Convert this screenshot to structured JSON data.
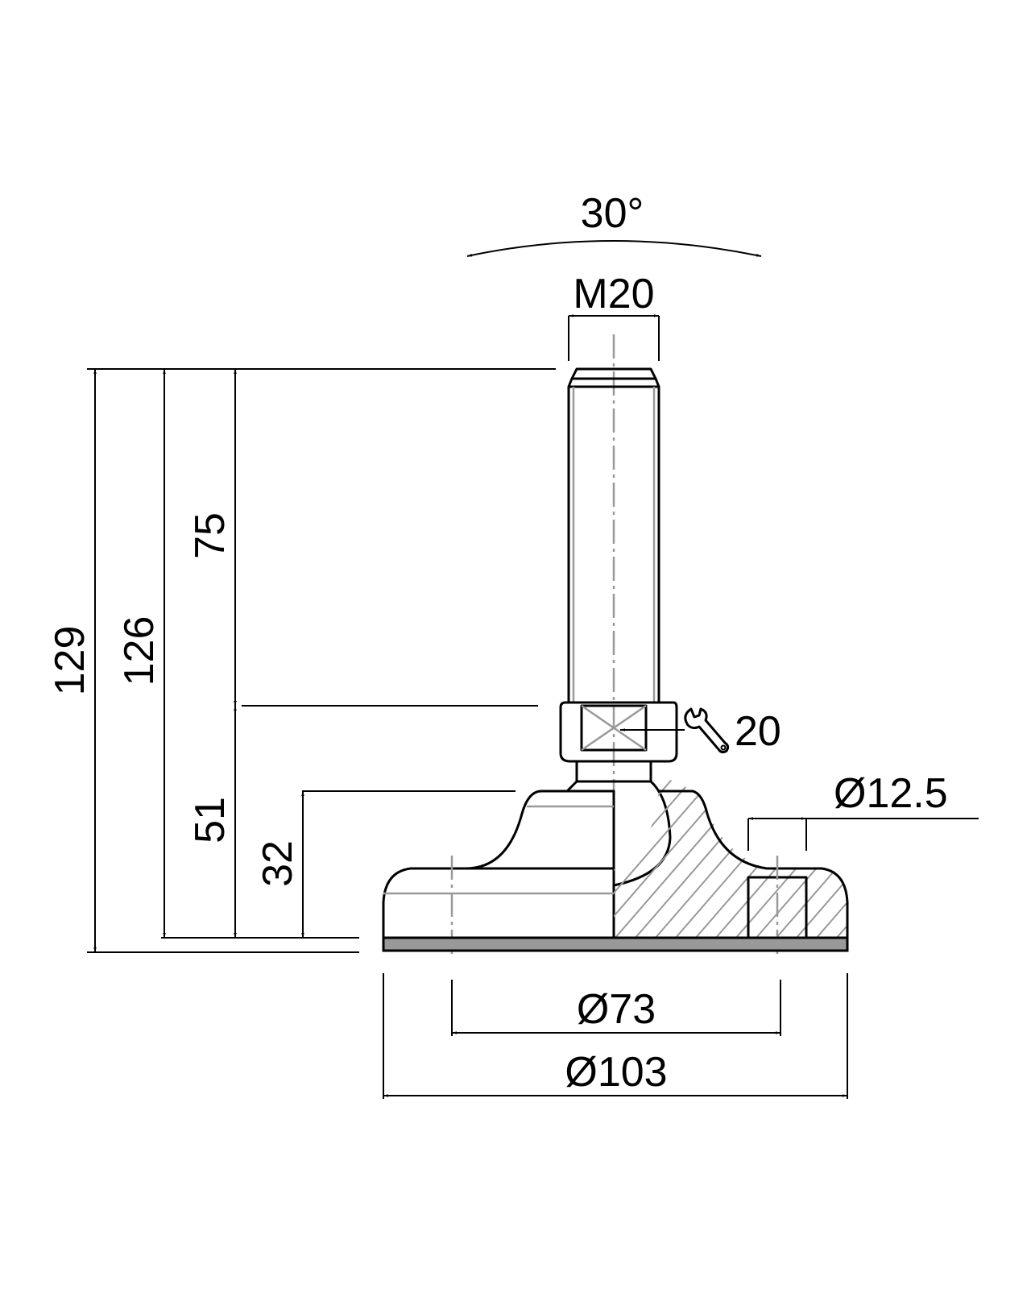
{
  "drawing": {
    "title": "Leveling foot technical drawing",
    "colors": {
      "line": "#000000",
      "hidden_line": "#999999",
      "pad": "#999999",
      "background": "#ffffff"
    }
  },
  "dimensions": {
    "angle": "30°",
    "thread": "M20",
    "wrench": "20",
    "hole_diameter": "Ø12.5",
    "bolt_circle": "Ø73",
    "base_diameter": "Ø103",
    "total_height_max": "129",
    "total_height_min": "126",
    "thread_length": "75",
    "nut_height": "51",
    "base_height": "32"
  },
  "icons": {
    "wrench": "wrench-icon"
  }
}
